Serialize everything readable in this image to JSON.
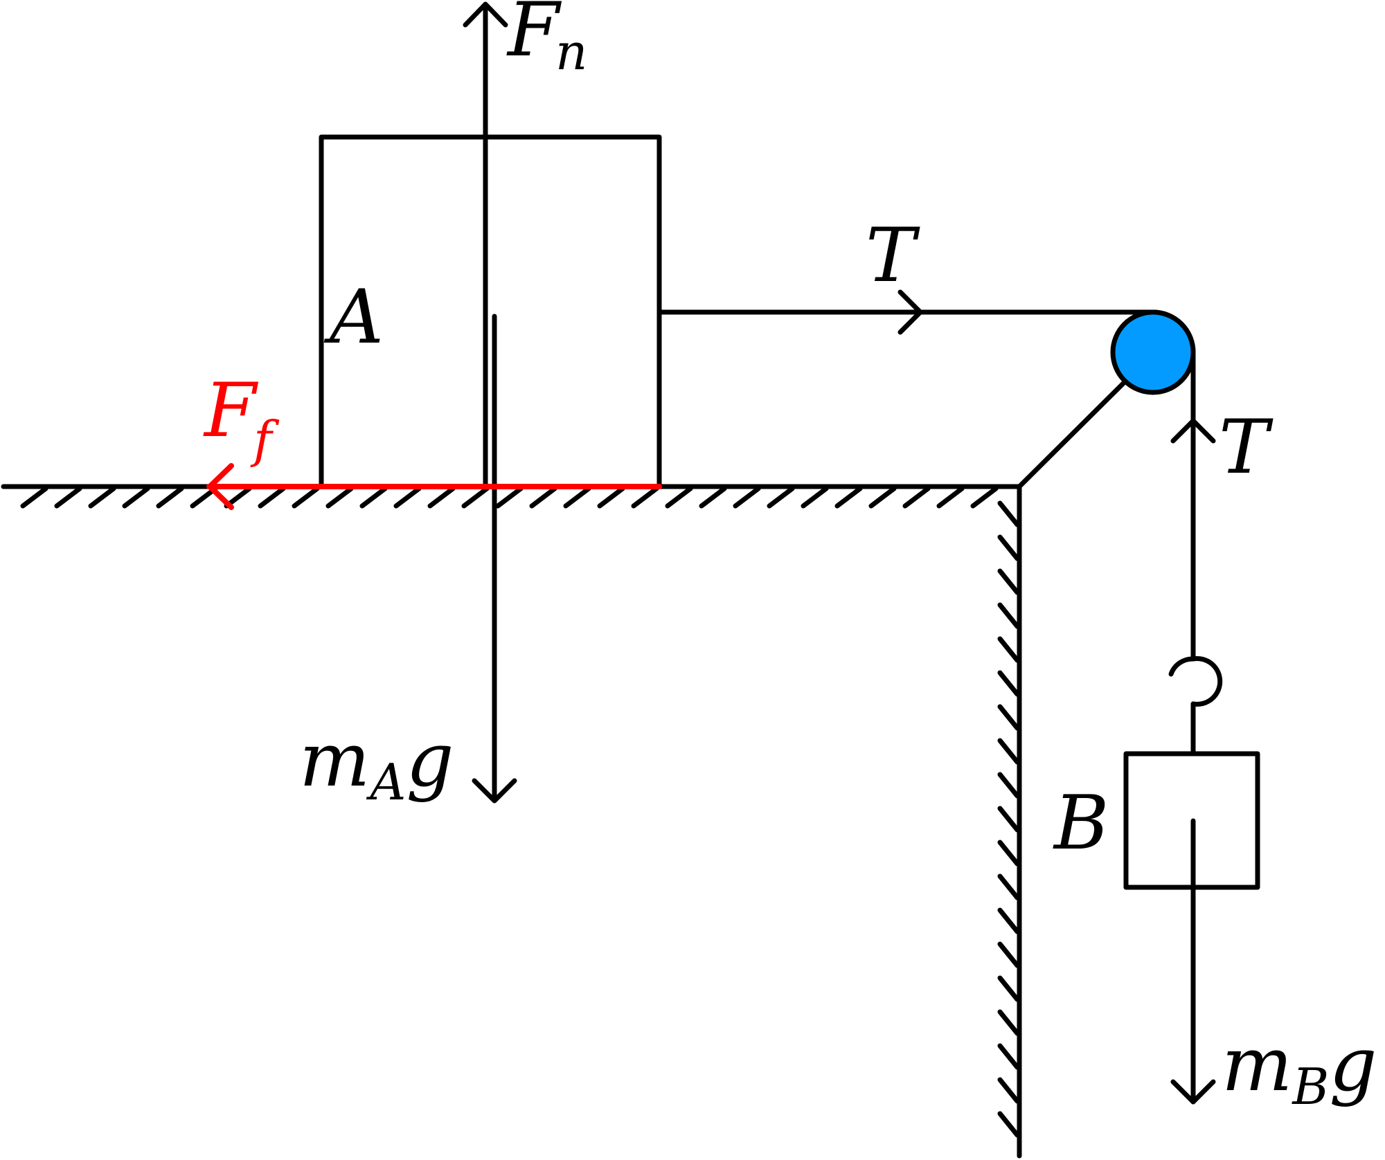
{
  "colors": {
    "ink": "#000000",
    "friction": "#ff0000",
    "pulley": "#039bff"
  },
  "labels": {
    "normal_force": {
      "main": "F",
      "sub": "n"
    },
    "friction_force": {
      "main": "F",
      "sub": "f"
    },
    "tension_horizontal": {
      "main": "T"
    },
    "tension_vertical": {
      "main": "T"
    },
    "block_a": {
      "main": "A"
    },
    "block_b": {
      "main": "B"
    },
    "weight_a": {
      "main": "m",
      "sub": "A",
      "tail": "g"
    },
    "weight_b": {
      "main": "m",
      "sub": "B",
      "tail": "g"
    }
  }
}
